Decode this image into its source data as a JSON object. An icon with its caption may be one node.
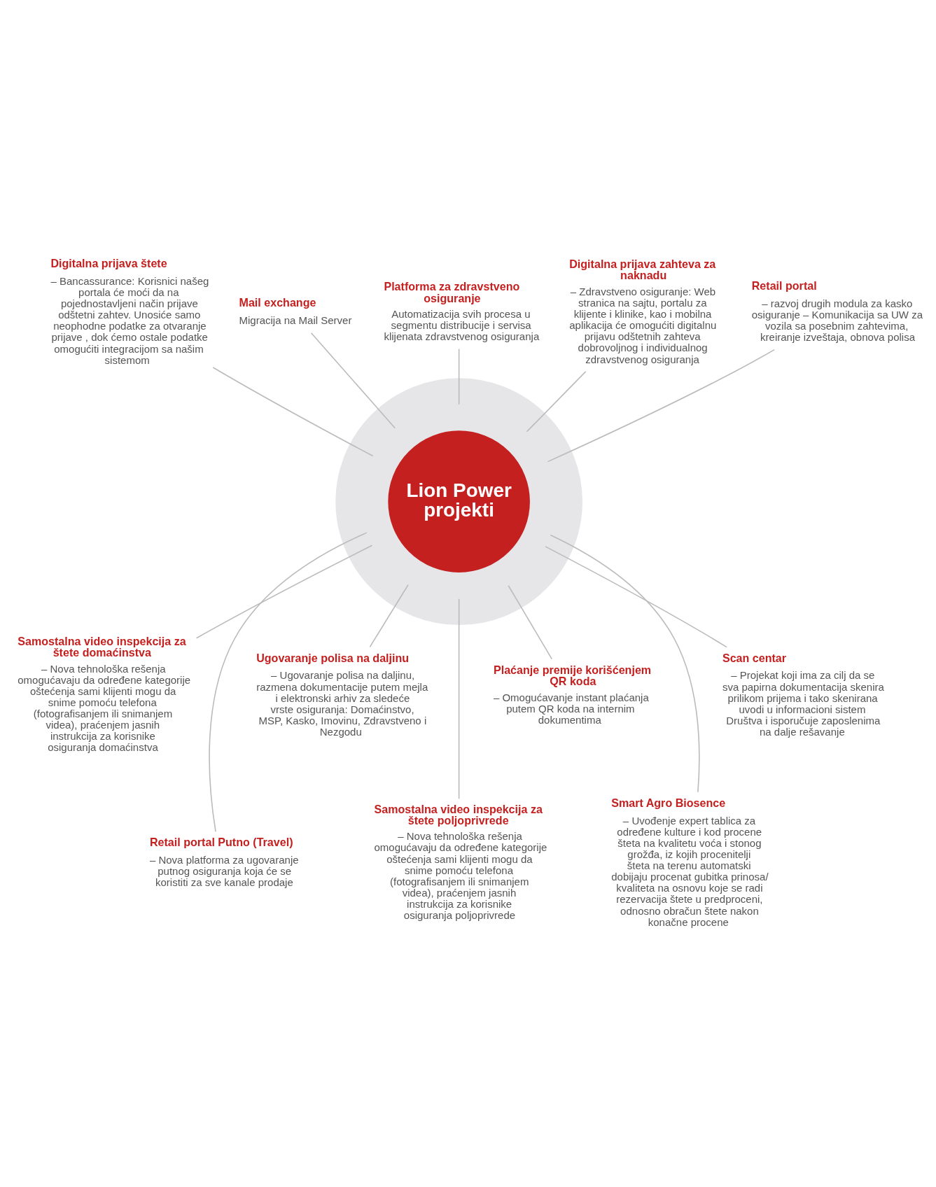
{
  "diagram": {
    "nodes": [
      {
        "text": [
          "Lion Power projekti"
        ]
      },
      {
        "text": [
          "Digitalna prijava štete",
          "– Bancassurance: Korisnici našeg portala će moći da na pojednostavljeni način prijave odštetni zahtev. Unosiće samo neophodne podatke za otvaranje prijave , dok ćemo ostale podatke omogućiti integracijom sa našim sistemom"
        ]
      },
      {
        "text": [
          "Mail exchange",
          "Migracija na Mail Server"
        ]
      },
      {
        "text": [
          "Platforma za zdravstveno osiguranje",
          "Automatizacija svih procesa u segmentu distribucije i servisa klijenata zdravstvenog osiguranja"
        ]
      },
      {
        "text": [
          "Digitalna prijava zahteva za naknadu",
          "– Zdravstveno osiguranje: Web stranica na sajtu, portalu za klijente i klinike, kao i mobilna aplikacija će omogućiti digitalnu prijavu odštetnih zahteva dobrovoljnog i individualnog zdravstvenog osiguranja"
        ]
      },
      {
        "text": [
          "Retail portal",
          "– razvoj drugih modula za kasko osiguranje – Komunikacija sa UW za vozila sa posebnim zahtevima, kreiranje izveštaja, obnova polisa"
        ]
      },
      {
        "text": [
          "Samostalna video inspekcija za štete domaćinstva",
          "– Nova tehnološka rešenja omogućavaju da određene kategorije oštećenja sami klijenti mogu da snime pomoću telefona (fotografisanjem ili snimanjem videa), praćenjem jasnih instrukcija za korisnike osiguranja domaćinstva"
        ]
      },
      {
        "text": [
          "Retail portal Putno (Travel)",
          "– Nova platforma za ugovaranje putnog osiguranja koja će se koristiti za sve kanale prodaje"
        ]
      },
      {
        "text": [
          "Ugovaranje polisa na daljinu",
          "– Ugovaranje polisa na daljinu, razmena dokumentacije putem mejla i elektronski arhiv za sledeće vrste osiguranja: Domaćinstvo, MSP, Kasko, Imovinu, Zdravstveno i Nezgodu"
        ]
      },
      {
        "text": [
          "Samostalna video inspekcija za štete poljoprivrede",
          "– Nova tehnološka rešenja omogućavaju da određene kategorije oštećenja sami klijenti mogu da snime pomoću telefona (fotografisanjem ili snimanjem videa), praćenjem jasnih instrukcija za korisnike osiguranja poljoprivrede"
        ]
      },
      {
        "text": [
          "Plaćanje premije korišćenjem QR koda",
          "– Omogućavanje instant plaćanja putem QR koda na internim dokumentima"
        ]
      },
      {
        "text": [
          "Smart Agro Biosence",
          "– Uvođenje expert tablica za određene kulture i kod procene šteta na kvalitetu voća i stonog grožđa, iz kojih procenitelji šteta na terenu automatski dobijaju procenat gubitka prinosa/ kvaliteta na osnovu koje se radi rezervacija štete u predproceni, odnosno obračun štete nakon konačne procene"
        ]
      },
      {
        "text": [
          "Scan centar",
          "– Projekat koji ima za cilj da se sva papirna dokumentacija skenira prilikom prijema i tako skenirana uvodi u informacioni sistem Društva i isporučuje zaposlenima na dalje rešavanje"
        ]
      }
    ],
    "edges": [
      {
        "from": 1,
        "to": 0,
        "arrow": "none"
      },
      {
        "from": 2,
        "to": 0,
        "arrow": "none"
      },
      {
        "from": 3,
        "to": 0,
        "arrow": "none"
      },
      {
        "from": 4,
        "to": 0,
        "arrow": "none"
      },
      {
        "from": 5,
        "to": 0,
        "arrow": "none"
      },
      {
        "from": 0,
        "to": 6,
        "arrow": "none"
      },
      {
        "from": 0,
        "to": 7,
        "arrow": "none"
      },
      {
        "from": 0,
        "to": 8,
        "arrow": "none"
      },
      {
        "from": 0,
        "to": 9,
        "arrow": "none"
      },
      {
        "from": 0,
        "to": 10,
        "arrow": "none"
      },
      {
        "from": 0,
        "to": 11,
        "arrow": "none"
      },
      {
        "from": 0,
        "to": 12,
        "arrow": "none"
      }
    ]
  }
}
